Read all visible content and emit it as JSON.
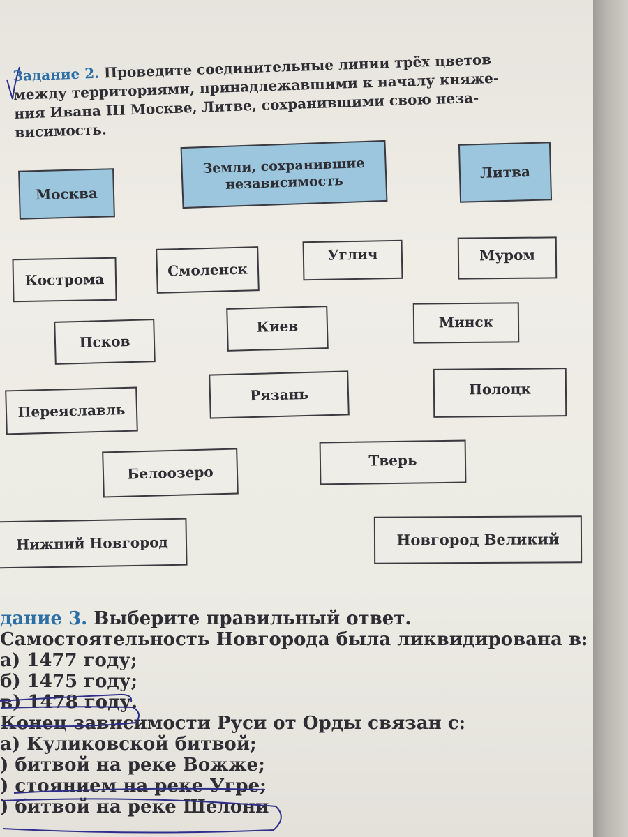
{
  "task2": {
    "title": "Задание 2.",
    "line1": " Проведите соединительные линии трёх цветов",
    "line2": "между территориями, принадлежавшими к началу княже-",
    "line3": "ния Ивана III Москве, Литве, сохранившими свою неза-",
    "line4": "висимость."
  },
  "headers": {
    "moscow": "Москва",
    "independent": "Земли, сохранившие независимость",
    "lithuania": "Литва"
  },
  "cities": {
    "kostroma": "Кострома",
    "smolensk": "Смоленск",
    "uglich": "Углич",
    "murom": "Муром",
    "pskov": "Псков",
    "kiev": "Киев",
    "minsk": "Минск",
    "pereyaslavl": "Переяславль",
    "ryazan": "Рязань",
    "polotsk": "Полоцк",
    "beloozero": "Белоозеро",
    "tver": "Тверь",
    "nizhny": "Нижний Новгород",
    "novgorod": "Новгород Великий"
  },
  "task3": {
    "title": "дание 3.",
    "instruction": " Выберите правильный ответ.",
    "q1": "Самостоятельность Новгорода была ликвидирована в:",
    "q1a": "а) 1477 году;",
    "q1b": "б) 1475 году;",
    "q1c": "в) 1478 году.",
    "q2": "Конец зависимости Руси от Орды связан с:",
    "q2a": "а) Куликовской битвой;",
    "q2b": ") битвой на реке Вожже;",
    "q2c": ") стоянием на реке Угре;",
    "q2d": ") битвой на реке Шелони"
  },
  "colors": {
    "ink": "#2e2f8a",
    "title_blue": "#2c6ea6",
    "header_fill": "#9cc6dd"
  }
}
